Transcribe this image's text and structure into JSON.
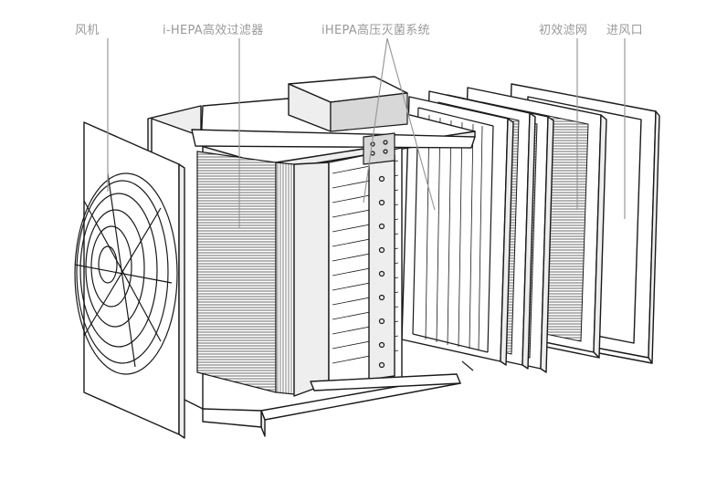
{
  "labels": {
    "fan": "风机",
    "ihepa_filter": "i-HEPA高效过滤器",
    "hv_sterilization": "iHEPA高压灭菌系统",
    "primary_filter": "初效滤网",
    "air_inlet": "进风口"
  },
  "colors": {
    "line": "#1a1a1a",
    "label_text": "#9a9a9a",
    "background": "#ffffff"
  }
}
